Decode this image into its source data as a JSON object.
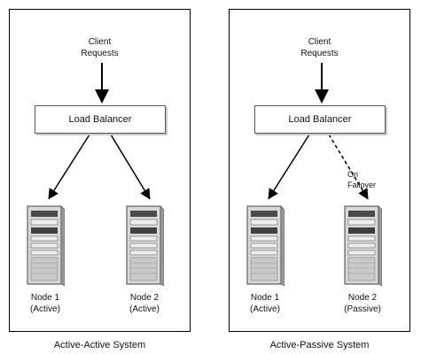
{
  "panels": [
    {
      "client": [
        "Client",
        "Requests"
      ],
      "load_balancer": "Load Balancer",
      "nodes": [
        [
          "Node 1",
          "(Active)"
        ],
        [
          "Node 2",
          "(Active)"
        ]
      ],
      "caption": "Active-Active System"
    },
    {
      "client": [
        "Client",
        "Requests"
      ],
      "load_balancer": "Load Balancer",
      "failover": [
        "On",
        "Failover"
      ],
      "nodes": [
        [
          "Node 1",
          "(Active)"
        ],
        [
          "Node 2",
          "(Passive)"
        ]
      ],
      "caption": "Active-Passive System"
    }
  ]
}
